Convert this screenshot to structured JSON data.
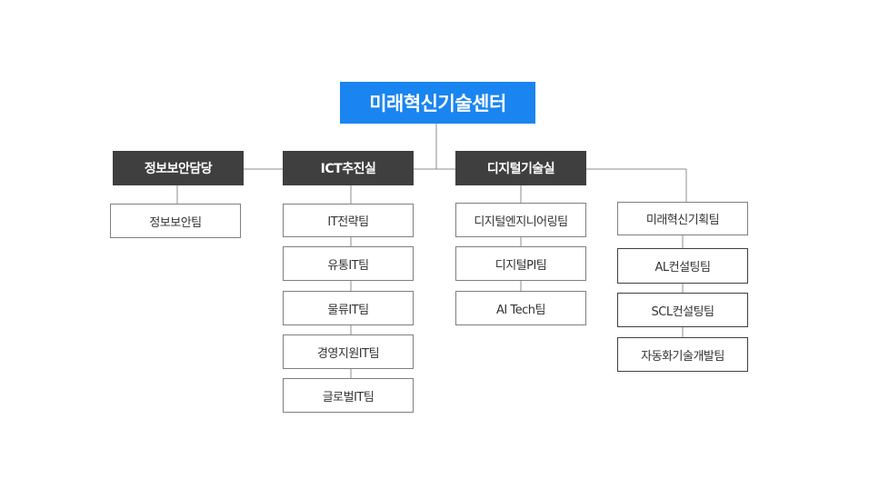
{
  "root": {
    "label": "미래혁신기술센터"
  },
  "departments": [
    {
      "label": "정보보안담당",
      "teams": [
        "정보보안팀"
      ]
    },
    {
      "label": "ICT추진실",
      "teams": [
        "IT전략팀",
        "유통IT팀",
        "물류IT팀",
        "경영지원IT팀",
        "글로벌IT팀"
      ]
    },
    {
      "label": "디지털기술실",
      "teams": [
        "디지털엔지니어링팀",
        "디지털PI팀",
        "AI Tech팀"
      ]
    },
    {
      "label": "",
      "teams": [
        "미래혁신기획팀",
        "AL컨설팅팀",
        "SCL컨설팅팀",
        "자동화기술개발팀"
      ]
    }
  ],
  "colors": {
    "root_bg": "#1a85f0",
    "dept_bg": "#3f3f3f",
    "connector": "#8c8c8c"
  }
}
